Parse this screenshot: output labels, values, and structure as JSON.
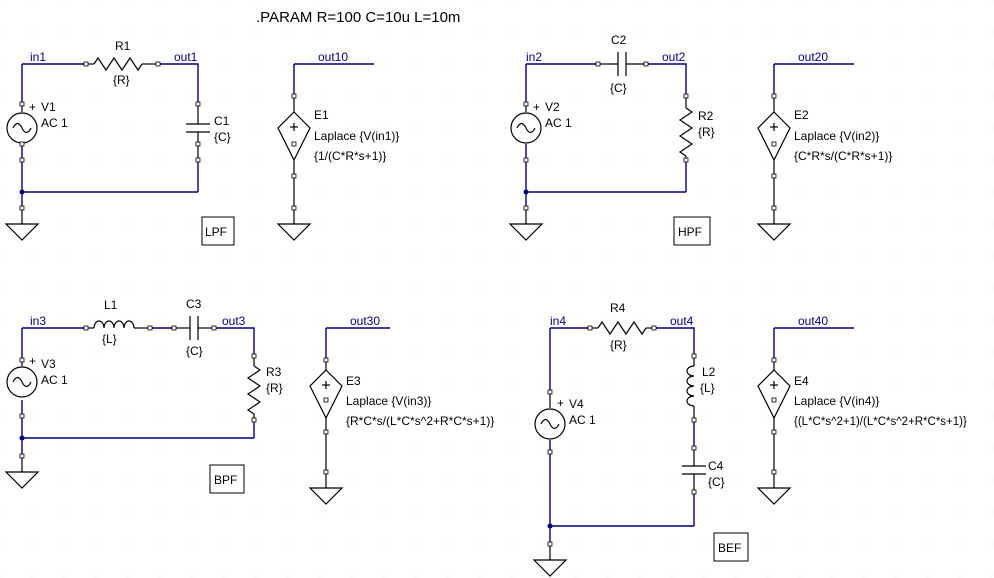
{
  "directive": ".PARAM  R=100  C=10u  L=10m",
  "circuits": {
    "lpf": {
      "label": "LPF",
      "nets": {
        "in": "in1",
        "out": "out1",
        "dep_out": "out10"
      },
      "source": {
        "ref": "V1",
        "value": "AC 1"
      },
      "r": {
        "ref": "R1",
        "value": "{R}"
      },
      "c": {
        "ref": "C1",
        "value": "{C}"
      },
      "e": {
        "ref": "E1",
        "line1": "Laplace {V(in1)}",
        "line2": "{1/(C*R*s+1)}"
      }
    },
    "hpf": {
      "label": "HPF",
      "nets": {
        "in": "in2",
        "out": "out2",
        "dep_out": "out20"
      },
      "source": {
        "ref": "V2",
        "value": "AC 1"
      },
      "c": {
        "ref": "C2",
        "value": "{C}"
      },
      "r": {
        "ref": "R2",
        "value": "{R}"
      },
      "e": {
        "ref": "E2",
        "line1": "Laplace {V(in2)}",
        "line2": "{C*R*s/(C*R*s+1)}"
      }
    },
    "bpf": {
      "label": "BPF",
      "nets": {
        "in": "in3",
        "out": "out3",
        "dep_out": "out30"
      },
      "source": {
        "ref": "V3",
        "value": "AC 1"
      },
      "l": {
        "ref": "L1",
        "value": "{L}"
      },
      "c": {
        "ref": "C3",
        "value": "{C}"
      },
      "r": {
        "ref": "R3",
        "value": "{R}"
      },
      "e": {
        "ref": "E3",
        "line1": "Laplace {V(in3)}",
        "line2": "{R*C*s/(L*C*s^2+R*C*s+1)}"
      }
    },
    "bef": {
      "label": "BEF",
      "nets": {
        "in": "in4",
        "out": "out4",
        "dep_out": "out40"
      },
      "source": {
        "ref": "V4",
        "value": "AC 1"
      },
      "r": {
        "ref": "R4",
        "value": "{R}"
      },
      "l": {
        "ref": "L2",
        "value": "{L}"
      },
      "c": {
        "ref": "C4",
        "value": "{C}"
      },
      "e": {
        "ref": "E4",
        "line1": "Laplace {V(in4)}",
        "line2": "{(L*C*s^2+1)/(L*C*s^2+R*C*s+1)}"
      }
    }
  }
}
